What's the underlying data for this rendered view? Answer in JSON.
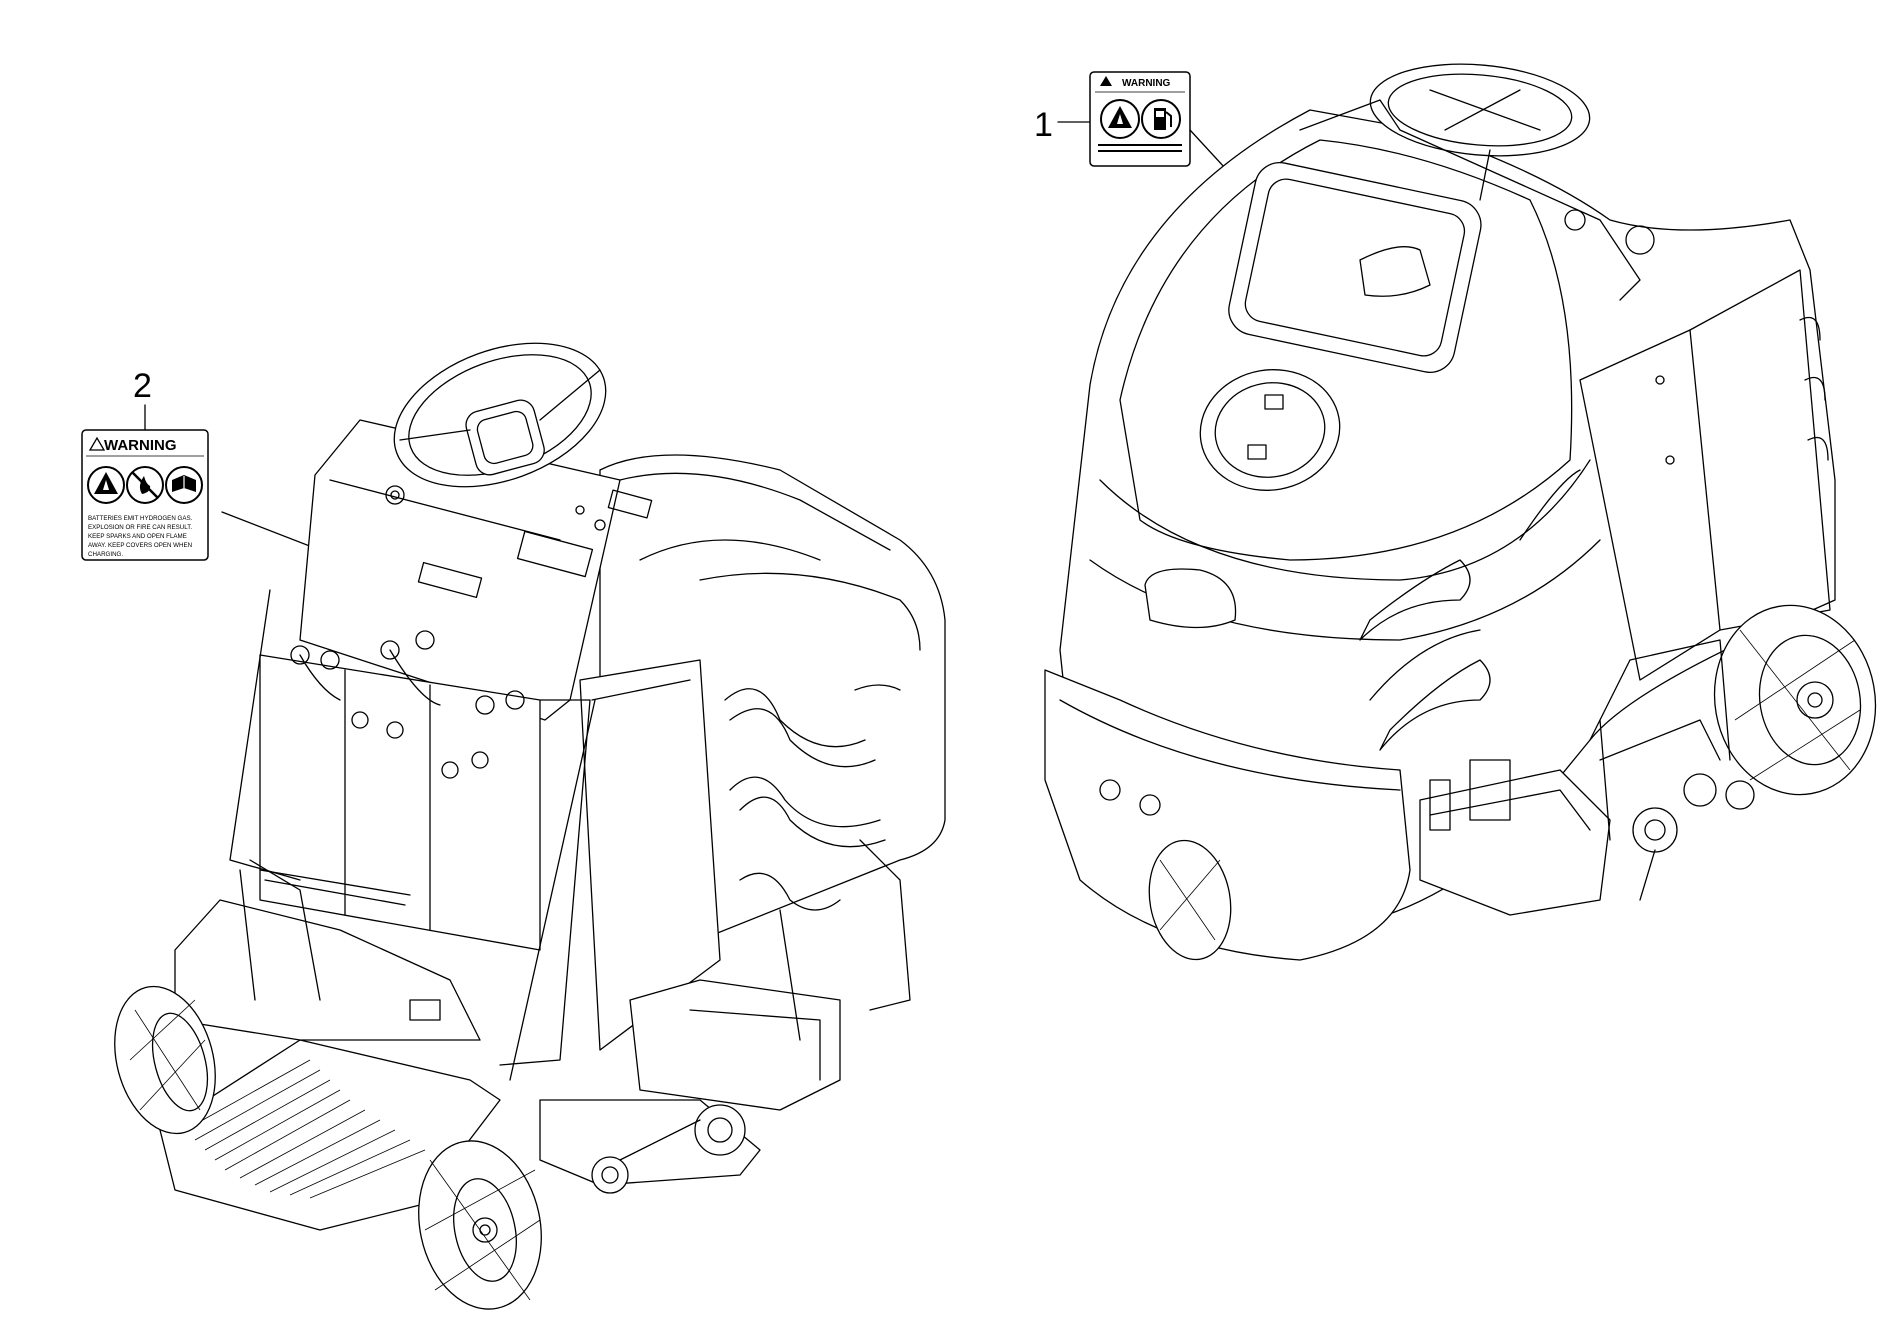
{
  "callouts": [
    {
      "number": "1"
    },
    {
      "number": "2"
    }
  ],
  "labels": {
    "fuel_warning": {
      "heading": "WARNING",
      "icons": [
        "explosion-icon",
        "fuel-pump-icon"
      ]
    },
    "battery_warning": {
      "heading": "WARNING",
      "icons": [
        "explosion-icon",
        "no-flame-icon",
        "read-manual-icon"
      ],
      "lines": [
        "BATTERIES EMIT HYDROGEN GAS.",
        "EXPLOSION OR FIRE CAN RESULT.",
        "KEEP SPARKS AND OPEN FLAME",
        "AWAY. KEEP COVERS OPEN WHEN",
        "CHARGING."
      ]
    }
  },
  "colors": {
    "line": "#000000",
    "background": "#ffffff"
  }
}
